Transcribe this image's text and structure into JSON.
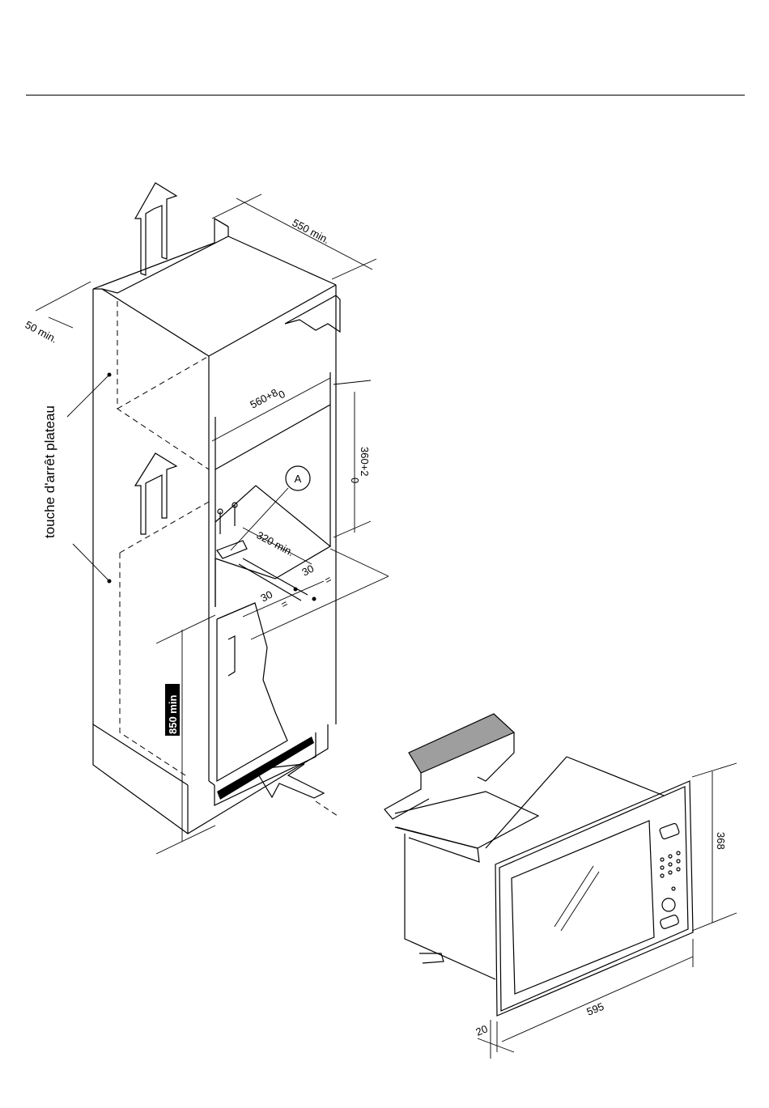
{
  "diagram": {
    "side_label": "touche d'arrêt plateau",
    "dims": {
      "depth_min": "550 min.",
      "side_gap": "50 min.",
      "niche_width": "560+8",
      "niche_width_tol": "0",
      "niche_height": "360+2",
      "niche_height_tol": "0",
      "base_depth": "320 min.",
      "offset_a": "30",
      "offset_b": "30",
      "equal_a": "=",
      "equal_b": "=",
      "floor_height": "850 min",
      "callout": "A"
    },
    "oven_dims": {
      "height": "368",
      "width": "595",
      "frame_depth": "20"
    }
  }
}
